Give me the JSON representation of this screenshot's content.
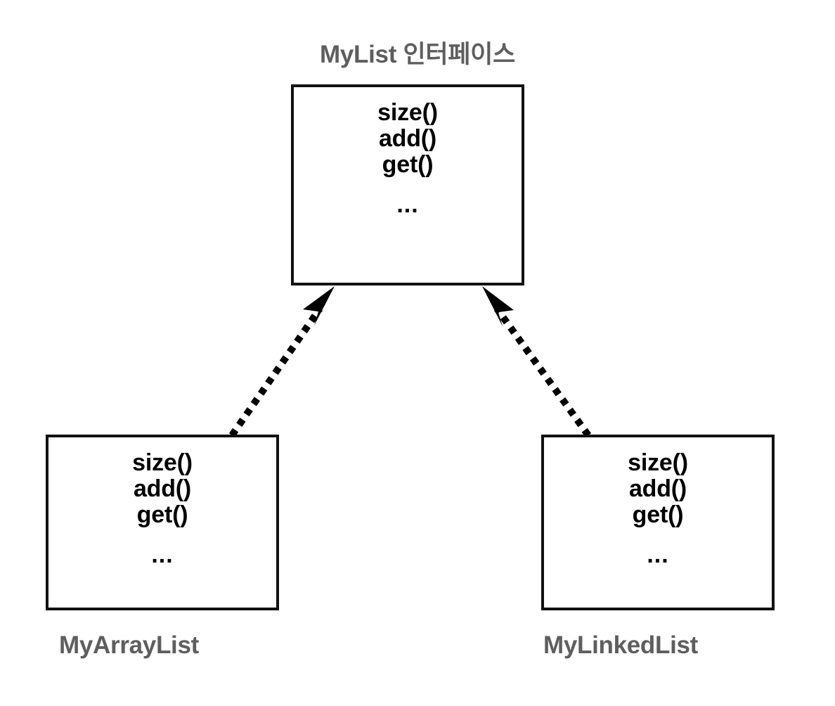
{
  "diagram": {
    "type": "uml-class-diagram",
    "title": "MyList 인터페이스",
    "background_color": "#ffffff",
    "label_color": "#5e5e5e",
    "box_border_color": "#111111",
    "member_text_color": "#000000",
    "interface": {
      "name": "MyList",
      "title_label": "MyList 인터페이스",
      "members": [
        "size()",
        "add()",
        "get()",
        "..."
      ]
    },
    "implementers": [
      {
        "name": "MyArrayList",
        "label": "MyArrayList",
        "members": [
          "size()",
          "add()",
          "get()",
          "..."
        ]
      },
      {
        "name": "MyLinkedList",
        "label": "MyLinkedList",
        "members": [
          "size()",
          "add()",
          "get()",
          "..."
        ]
      }
    ],
    "relationships": [
      {
        "kind": "realization",
        "line_style": "dotted",
        "arrowhead": "solid-filled",
        "from": "MyArrayList",
        "to": "MyList"
      },
      {
        "kind": "realization",
        "line_style": "dotted",
        "arrowhead": "solid-filled",
        "from": "MyLinkedList",
        "to": "MyList"
      }
    ]
  }
}
